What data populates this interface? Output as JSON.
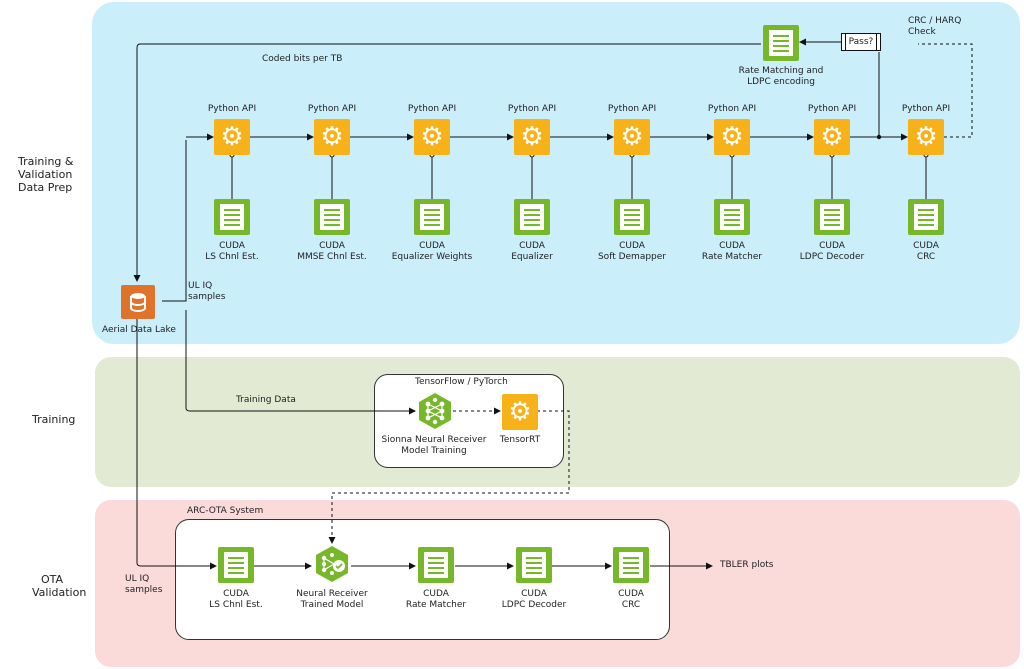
{
  "bands": {
    "prep_label": "Training &\nValidation\nData Prep",
    "training_label": "Training",
    "ota_label": "OTA\nValidation"
  },
  "colors": {
    "prep_band": "#CBEEFB",
    "training_band": "#E2EAD3",
    "ota_band": "#FBDADA",
    "gear": "#F7B21A",
    "cuda": "#76B82A",
    "datalake": "#E0732B"
  },
  "top": {
    "coded_bits": "Coded bits per TB",
    "crc_check": "CRC / HARQ\nCheck",
    "pass": "Pass?",
    "rate_match_ldpc": "Rate Matching and\nLDPC encoding"
  },
  "pipeline": [
    {
      "api": "Python API",
      "cuda": "CUDA\nLS Chnl Est."
    },
    {
      "api": "Python API",
      "cuda": "CUDA\nMMSE Chnl Est."
    },
    {
      "api": "Python API",
      "cuda": "CUDA\nEqualizer Weights"
    },
    {
      "api": "Python API",
      "cuda": "CUDA\nEqualizer"
    },
    {
      "api": "Python API",
      "cuda": "CUDA\nSoft Demapper"
    },
    {
      "api": "Python API",
      "cuda": "CUDA\nRate Matcher"
    },
    {
      "api": "Python API",
      "cuda": "CUDA\nLDPC Decoder"
    },
    {
      "api": "Python API",
      "cuda": "CUDA\nCRC"
    }
  ],
  "datalake": {
    "label": "Aerial Data Lake",
    "ul_iq": "UL IQ\nsamples"
  },
  "training": {
    "training_data": "Training Data",
    "framework": "TensorFlow / PyTorch",
    "sionna": "Sionna Neural Receiver\nModel Training",
    "tensorrt": "TensorRT"
  },
  "ota": {
    "system": "ARC-OTA System",
    "ul_iq": "UL IQ\nsamples",
    "ls_est": "CUDA\nLS Chnl Est.",
    "neural": "Neural Receiver\nTrained Model",
    "rate_matcher": "CUDA\nRate Matcher",
    "ldpc": "CUDA\nLDPC Decoder",
    "crc": "CUDA\nCRC",
    "tbler": "TBLER plots"
  }
}
